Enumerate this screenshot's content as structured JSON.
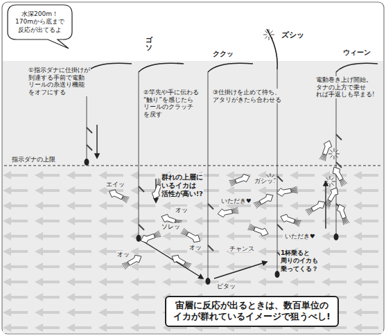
{
  "diagram": {
    "nodes": [
      {
        "text": [
          "水深200m！ 170mから底まで 反応が出てるよ"
        ]
      },
      {
        "text": [
          "宙層に反応が出るときは、数百単位の イカが群れているイメージで狙うべし!"
        ]
      }
    ],
    "labels": [
      "指示ダナの上限",
      "①指示ダナに仕掛けが 到達する手前で電動 リールの糸送り機能 をオフにする",
      "ゴソ",
      "ククッ",
      "ズシッ",
      "ウィーン",
      "②竿先や手に伝わる “触り”を感じたら リールのクラッチ を戻す",
      "③仕掛けを止めて待ち、 アタリがきたら合わせる",
      "電動巻き上げ開始。 タナの上方で乗せ れば手返しも早まる!",
      "群れの上層に いるイカは 活性が高い!?",
      "エイッ",
      "ソレッ",
      "オッ",
      "いただき♥",
      "オッ",
      "オッ",
      "ガシッ",
      "いただき♥",
      "チャンス",
      "1杯乗ると 周りのイカも 乗ってくる？",
      "ピタッ"
    ]
  }
}
